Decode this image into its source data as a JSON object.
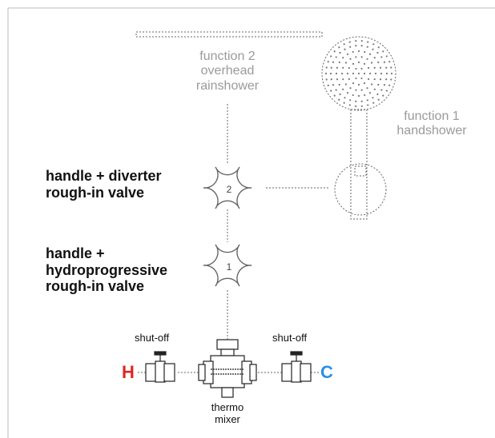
{
  "labels": {
    "function2": [
      "function 2",
      "overhead",
      "rainshower"
    ],
    "function1": [
      "function 1",
      "handshower"
    ],
    "diverter": [
      "handle + diverter",
      "rough-in valve"
    ],
    "hydro": [
      "handle +",
      "hydroprogressive",
      "rough-in valve"
    ],
    "shutoff_left": "shut-off",
    "shutoff_right": "shut-off",
    "thermo": [
      "thermo",
      "mixer"
    ],
    "hot": "H",
    "cold": "C",
    "valve2_number": "2",
    "valve1_number": "1"
  },
  "colors": {
    "hot": "#e0261f",
    "cold": "#2b8fe6",
    "line": "#555555",
    "label_grey": "#9a9a9a"
  }
}
